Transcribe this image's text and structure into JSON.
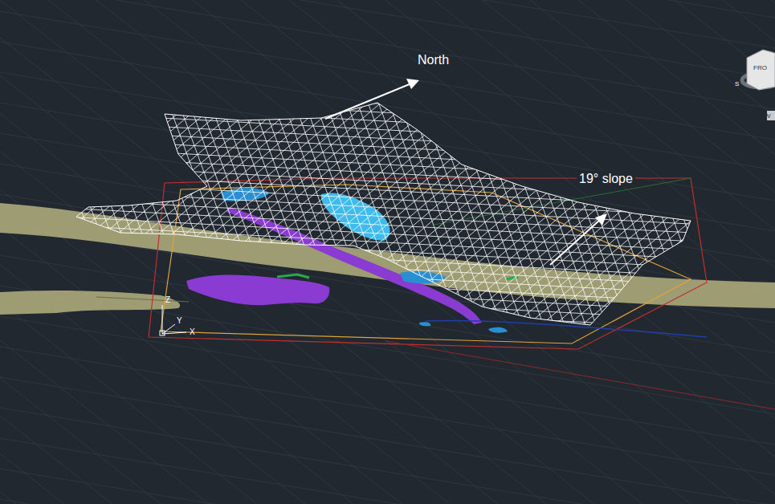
{
  "diagram": {
    "labels": [
      "North",
      "19° slope",
      "Z",
      "Y",
      "X",
      "FRO",
      "S",
      "W"
    ]
  }
}
